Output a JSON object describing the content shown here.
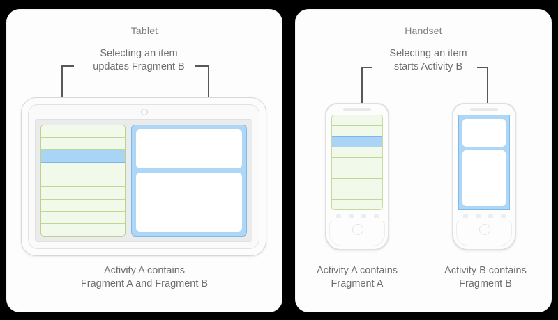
{
  "background_color": "#000000",
  "panels": {
    "tablet": {
      "title": "Tablet",
      "callout": "Selecting an item\nupdates Fragment B",
      "caption": "Activity A contains\nFragment A and Fragment B",
      "device": {
        "list_fragment": {
          "name": "Fragment A",
          "row_count": 9,
          "selected_row_index": 2,
          "fill_color": "#f1faea",
          "border_color": "#bcd28a",
          "selected_color": "#a9d4f5"
        },
        "detail_fragment": {
          "name": "Fragment B",
          "frame_color": "#aed6f6",
          "panel_count": 2
        }
      }
    },
    "handset": {
      "title": "Handset",
      "callout": "Selecting an item\nstarts Activity B",
      "phone_left": {
        "caption": "Activity A contains\nFragment A",
        "list_fragment": {
          "name": "Fragment A",
          "row_count": 9,
          "selected_row_index": 2,
          "fill_color": "#f1faea",
          "border_color": "#bcd28a",
          "selected_color": "#a9d4f5"
        }
      },
      "phone_right": {
        "caption": "Activity B contains\nFragment B",
        "detail_fragment": {
          "name": "Fragment B",
          "frame_color": "#aed6f6",
          "panel_count": 2
        }
      }
    }
  },
  "annotations": {
    "leader_line_color": "#585858",
    "arrowhead_color": "#3b3b3b"
  }
}
